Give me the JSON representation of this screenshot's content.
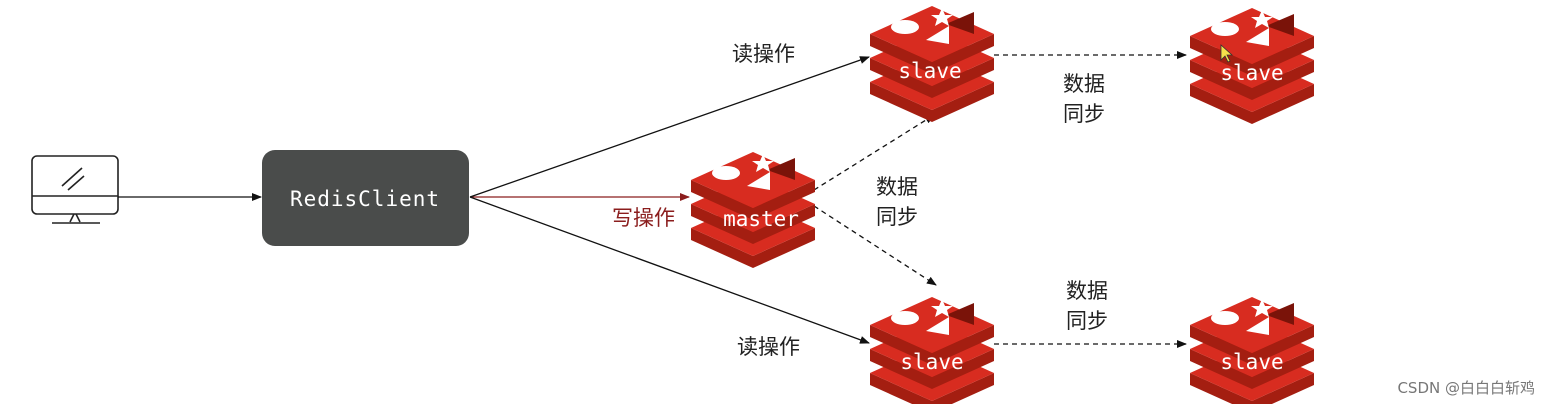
{
  "diagram": {
    "client_label": "RedisClient",
    "master_label": "master",
    "slave_label": "slave",
    "read_label": "读操作",
    "write_label": "写操作",
    "sync_label_line1": "数据",
    "sync_label_line2": "同步",
    "watermark": "CSDN @白白白斩鸡"
  },
  "colors": {
    "redis_red": "#d82c20",
    "redis_dark_red": "#a41e11",
    "client_bg": "#4a4c4b",
    "write_arrow": "#8b1d1d"
  },
  "icons": [
    "computer-icon",
    "redis-logo-icon"
  ]
}
